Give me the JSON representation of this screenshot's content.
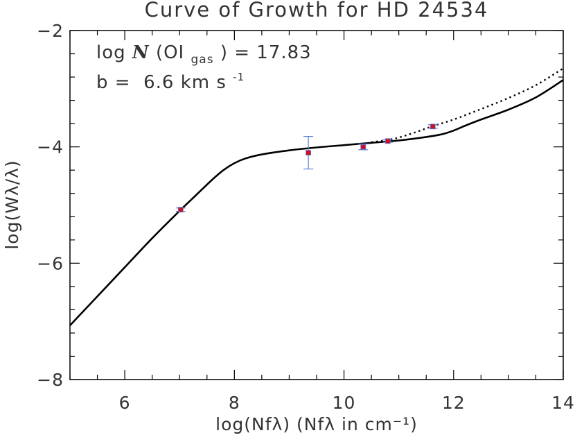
{
  "chart_data": {
    "type": "scatter",
    "title": "Curve of Growth for HD 24534",
    "xlabel": "log(Nfλ) (Nfλ in cm⁻¹)",
    "ylabel": "log(Wλ/λ)",
    "xlim": [
      5,
      14
    ],
    "ylim": [
      -8.0,
      -2.0
    ],
    "xticks": [
      6,
      8,
      10,
      12,
      14
    ],
    "yticks": [
      -8,
      -6,
      -4,
      -2
    ],
    "xtick_labels": [
      "6",
      "8",
      "10",
      "12",
      "14"
    ],
    "ytick_labels": [
      "−8",
      "−6",
      "−4",
      "−2"
    ],
    "grid": false,
    "annotations": {
      "line1": {
        "prefix": "log ",
        "symbol": "N",
        "open": "(OI",
        "subscript": "gas",
        "close": ") = 17.83"
      },
      "line2": {
        "text": "b =  6.6 km s",
        "superscript": "-1"
      }
    },
    "series": [
      {
        "kind": "line",
        "style": "solid",
        "color": "#000000",
        "points": [
          [
            5.0,
            -7.07
          ],
          [
            5.5,
            -6.57
          ],
          [
            6.0,
            -6.07
          ],
          [
            6.5,
            -5.57
          ],
          [
            7.0,
            -5.1
          ],
          [
            7.3,
            -4.83
          ],
          [
            7.6,
            -4.56
          ],
          [
            7.8,
            -4.4
          ],
          [
            8.0,
            -4.28
          ],
          [
            8.2,
            -4.2
          ],
          [
            8.5,
            -4.13
          ],
          [
            9.0,
            -4.06
          ],
          [
            9.5,
            -4.01
          ],
          [
            10.0,
            -3.97
          ],
          [
            10.5,
            -3.93
          ],
          [
            11.0,
            -3.89
          ],
          [
            11.5,
            -3.83
          ],
          [
            11.8,
            -3.78
          ],
          [
            12.0,
            -3.72
          ],
          [
            12.2,
            -3.64
          ],
          [
            12.5,
            -3.53
          ],
          [
            13.0,
            -3.36
          ],
          [
            13.5,
            -3.15
          ],
          [
            14.0,
            -2.85
          ]
        ]
      },
      {
        "kind": "line",
        "style": "dotted",
        "color": "#000000",
        "points": [
          [
            10.5,
            -3.92
          ],
          [
            10.8,
            -3.88
          ],
          [
            11.0,
            -3.84
          ],
          [
            11.3,
            -3.75
          ],
          [
            11.6,
            -3.65
          ],
          [
            12.0,
            -3.53
          ],
          [
            12.5,
            -3.35
          ],
          [
            13.0,
            -3.16
          ],
          [
            13.5,
            -2.94
          ],
          [
            14.0,
            -2.65
          ]
        ]
      },
      {
        "kind": "points",
        "marker": "square",
        "color": "#cc1122",
        "error_color": "#5a7fd6",
        "points": [
          {
            "x": 7.02,
            "y": -5.08,
            "err": 0.03
          },
          {
            "x": 9.35,
            "y": -4.1,
            "err": 0.28
          },
          {
            "x": 10.35,
            "y": -4.0,
            "err": 0.05
          },
          {
            "x": 10.8,
            "y": -3.9,
            "err": 0.02
          },
          {
            "x": 11.62,
            "y": -3.65,
            "err": 0.03
          }
        ]
      }
    ]
  }
}
